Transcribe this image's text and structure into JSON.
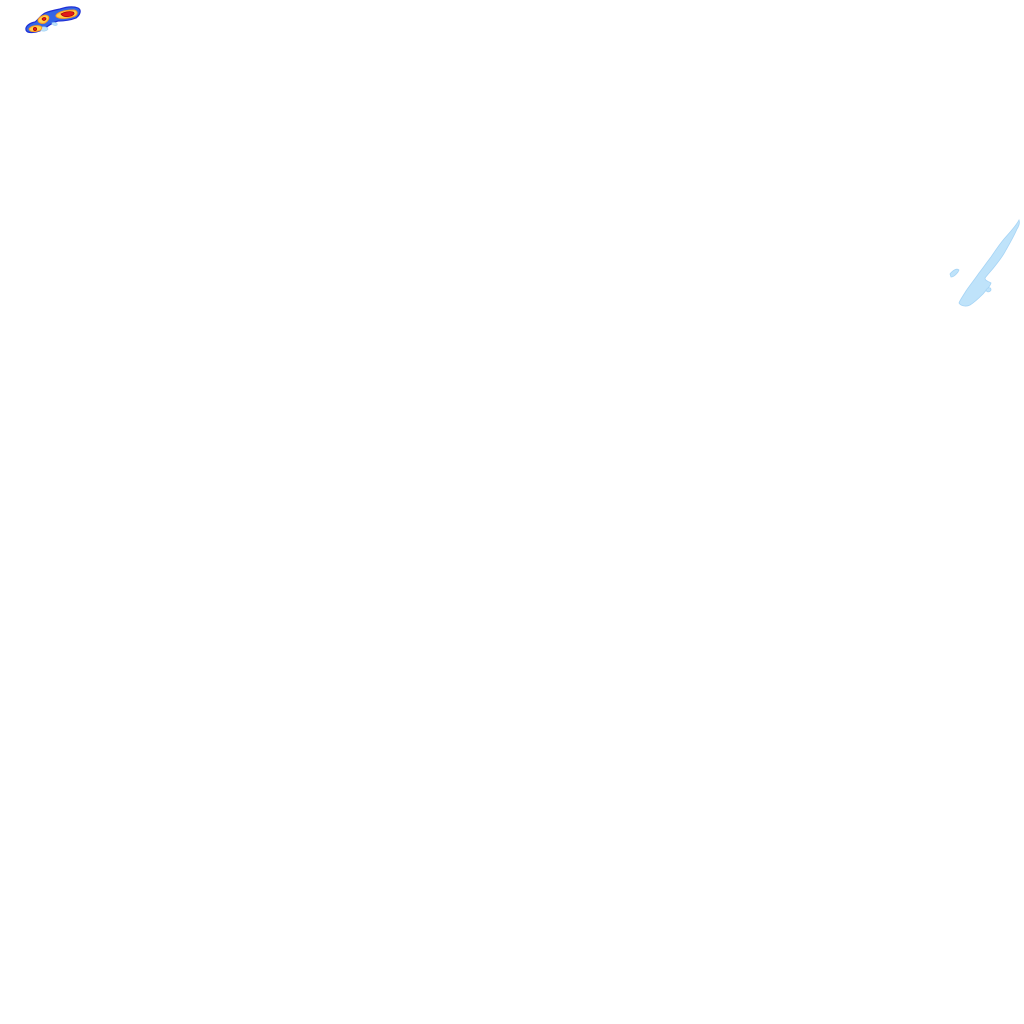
{
  "map": {
    "type": "precipitation-radar-overlay",
    "background": "#ffffff",
    "palette": {
      "light": "#bfe3fa",
      "light_edge": "#a6d4f5",
      "moderate": "#3366e6",
      "moderate_edge": "#1f2fd6",
      "heavy": "#ffd24a",
      "heavy_edge": "#ff9a1f",
      "intense": "#e01b1b",
      "intense_core": "#b00000"
    },
    "echo_cells": [
      {
        "intensity": "intense",
        "region": "top-left"
      },
      {
        "intensity": "heavy",
        "region": "top-left"
      },
      {
        "intensity": "light",
        "region": "right-edge"
      }
    ]
  }
}
